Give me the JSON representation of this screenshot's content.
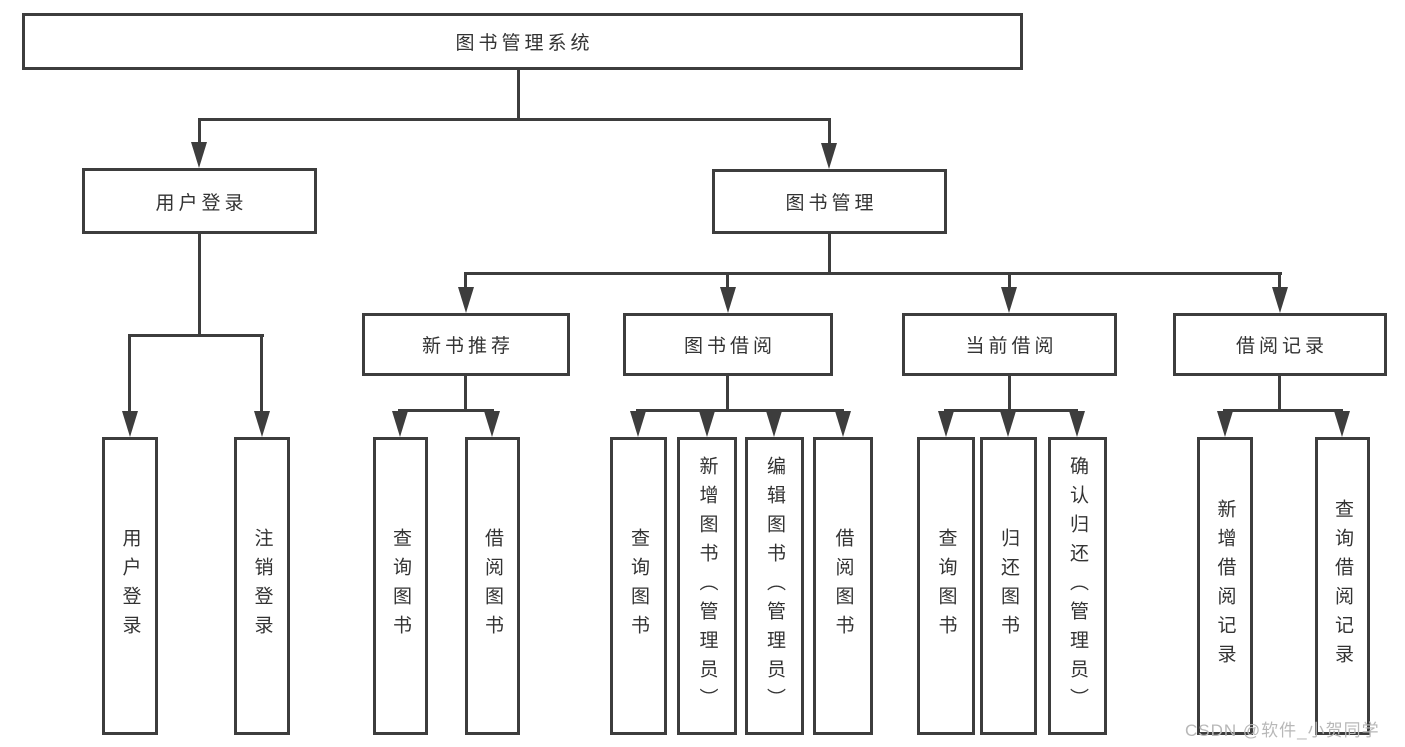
{
  "watermark": "CSDN @软件_小贺同学",
  "colors": {
    "line": "#3d3d3d",
    "text": "#333333",
    "watermark": "#b8b8b8",
    "box-bg": "#ffffff"
  },
  "tree": {
    "root": {
      "label": "图书管理系统",
      "children": [
        {
          "label": "用户登录",
          "children": [
            {
              "label": "用户登录"
            },
            {
              "label": "注销登录"
            }
          ]
        },
        {
          "label": "图书管理",
          "children": [
            {
              "label": "新书推荐",
              "children": [
                {
                  "label": "查询图书"
                },
                {
                  "label": "借阅图书"
                }
              ]
            },
            {
              "label": "图书借阅",
              "children": [
                {
                  "label": "查询图书"
                },
                {
                  "label": "新增图书（管理员）"
                },
                {
                  "label": "编辑图书（管理员）"
                },
                {
                  "label": "借阅图书"
                }
              ]
            },
            {
              "label": "当前借阅",
              "children": [
                {
                  "label": "查询图书"
                },
                {
                  "label": "归还图书"
                },
                {
                  "label": "确认归还（管理员）"
                }
              ]
            },
            {
              "label": "借阅记录",
              "children": [
                {
                  "label": "新增借阅记录"
                },
                {
                  "label": "查询借阅记录"
                }
              ]
            }
          ]
        }
      ]
    }
  }
}
